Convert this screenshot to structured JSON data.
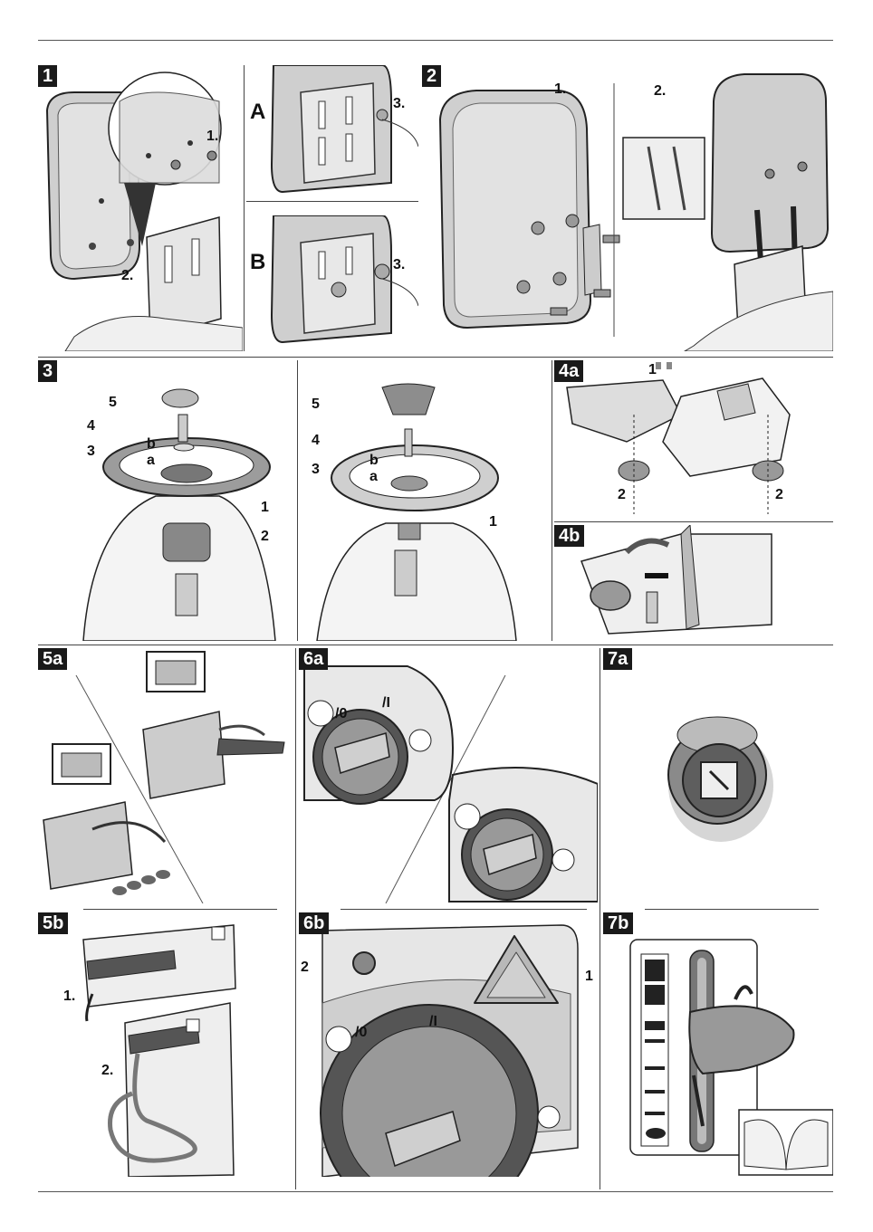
{
  "figures": {
    "f1": {
      "badge": "1",
      "step1": "1.",
      "step2": "2.",
      "variant_a": "A",
      "variant_b": "B",
      "step3a": "3.",
      "step3b": "3."
    },
    "f2": {
      "badge": "2",
      "step1": "1.",
      "step2": "2."
    },
    "f3": {
      "badge": "3",
      "left_labels": [
        "5",
        "4",
        "3",
        "b",
        "a",
        "1",
        "2"
      ],
      "right_labels": [
        "5",
        "4",
        "3",
        "b",
        "a",
        "1"
      ]
    },
    "f4a": {
      "badge": "4a",
      "labels": [
        "1",
        "2",
        "2"
      ]
    },
    "f4b": {
      "badge": "4b"
    },
    "f5a": {
      "badge": "5a"
    },
    "f5b": {
      "badge": "5b",
      "step1": "1.",
      "step2": "2."
    },
    "f6a": {
      "badge": "6a",
      "dial_labels": [
        "/0",
        "/I"
      ]
    },
    "f6b": {
      "badge": "6b",
      "labels": [
        "2",
        "1"
      ],
      "dial_labels": [
        "/0",
        "/I"
      ]
    },
    "f7a": {
      "badge": "7a"
    },
    "f7b": {
      "badge": "7b"
    }
  },
  "colors": {
    "line": "#222222",
    "gray_light": "#d9d9d9",
    "gray_mid": "#9a9a9a",
    "gray_dark": "#555555"
  }
}
